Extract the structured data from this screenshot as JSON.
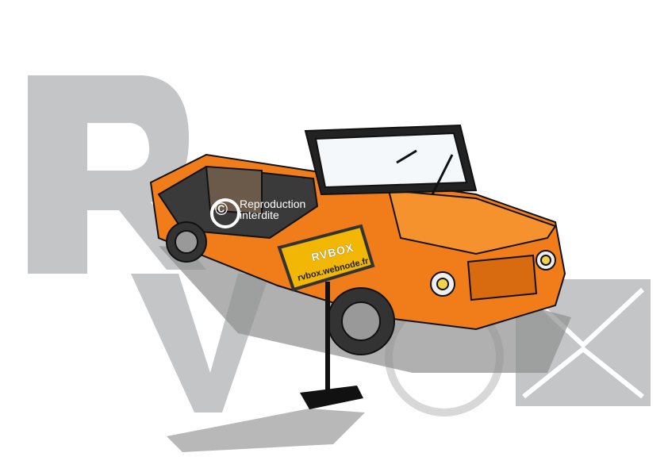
{
  "watermark": {
    "brand": "RVBOX",
    "copyright_symbol": "©",
    "copyright_text": "Reproduction interdite"
  },
  "sign": {
    "logo": "RVBOX",
    "url": "rvbox.webnode.fr"
  },
  "colors": {
    "car_body": "#f07d1a",
    "watermark_gray": "#c4c5c7",
    "sign_yellow": "#f2b705",
    "shadow": "#8f8f8f"
  }
}
